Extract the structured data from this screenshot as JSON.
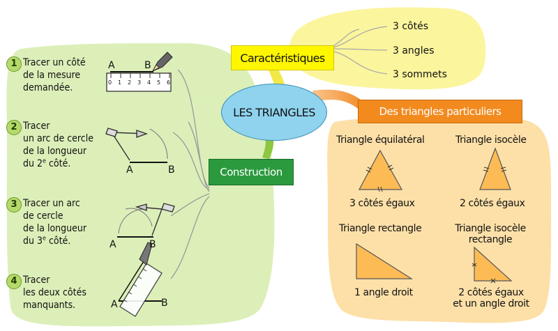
{
  "center": {
    "title": "LES TRIANGLES"
  },
  "caracteristiques": {
    "title": "Caractéristiques",
    "items": [
      "3 côtés",
      "3 angles",
      "3 sommets"
    ]
  },
  "construction": {
    "title": "Construction",
    "steps": [
      {
        "num": "1",
        "lines": [
          "Tracer un côté",
          "de la mesure",
          "demandée."
        ]
      },
      {
        "num": "2",
        "lines": [
          "Tracer",
          "un arc de cercle",
          "de la longueur",
          "du 2",
          "e",
          " côté."
        ]
      },
      {
        "num": "3",
        "lines": [
          "Tracer un arc",
          "de cercle",
          "de la longueur",
          "du 3",
          "e",
          " côté."
        ]
      },
      {
        "num": "4",
        "lines": [
          "Tracer",
          "les deux côtés",
          "manquants."
        ]
      }
    ],
    "ruler_ticks": [
      "0",
      "1",
      "2",
      "3",
      "4",
      "5",
      "6"
    ],
    "points": {
      "a": "A",
      "b": "B"
    }
  },
  "particuliers": {
    "title": "Des triangles particuliers",
    "items": [
      {
        "name": "Triangle équilatéral",
        "desc": "3 côtés égaux"
      },
      {
        "name": "Triangle isocèle",
        "desc": "2 côtés égaux"
      },
      {
        "name": "Triangle rectangle",
        "desc": "1 angle droit"
      },
      {
        "name": "Triangle isocèle rectangle",
        "desc": "2 côtés égaux et un angle droit"
      }
    ],
    "name_lines_4": [
      "Triangle isocèle",
      "rectangle"
    ],
    "desc_lines_4": [
      "2 côtés égaux",
      "et un angle droit"
    ]
  },
  "colors": {
    "green_area": "#dcefb9",
    "yellow_area": "#fbf59d",
    "orange_area": "#fde0a8",
    "center_fill": "#8fd3ee",
    "caracteristiques_box": "#fff700",
    "construction_box": "#2b9a3e",
    "particuliers_box": "#f28a1e",
    "triangle_fill": "#fcbb55"
  }
}
